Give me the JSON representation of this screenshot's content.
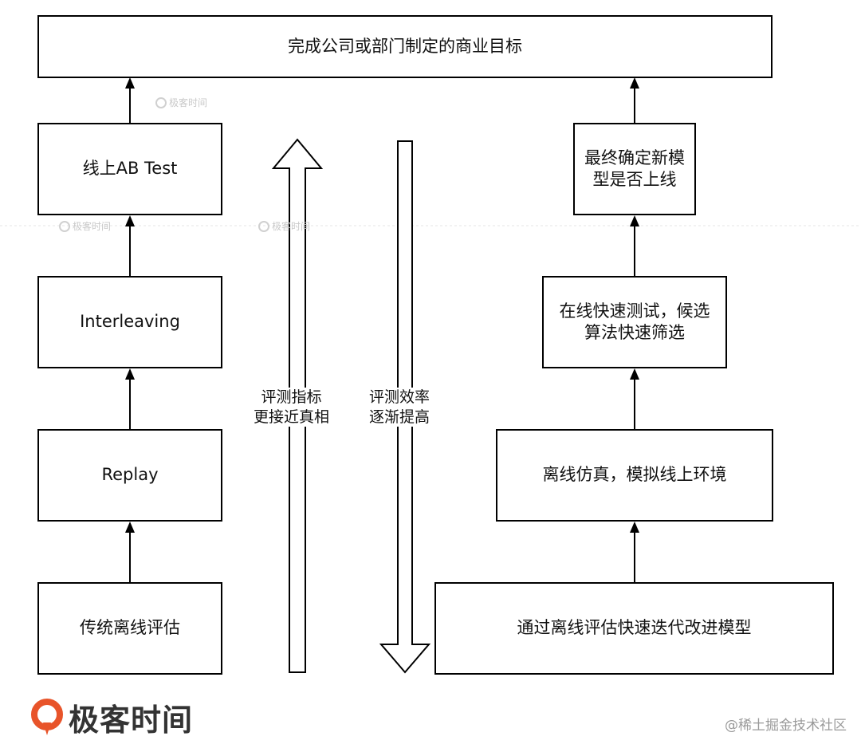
{
  "top_goal": "完成公司或部门制定的商业目标",
  "left_chain": {
    "ab_test": "线上AB Test",
    "interleaving": "Interleaving",
    "replay": "Replay",
    "offline": "传统离线评估"
  },
  "right_chain": {
    "final_line1": "最终确定新模",
    "final_line2": "型是否上线",
    "online_line1": "在线快速测试，候选",
    "online_line2": "算法快速筛选",
    "simulation": "离线仿真，模拟线上环境",
    "iterate": "通过离线评估快速迭代改进模型"
  },
  "up_arrow_label": {
    "line1": "评测指标",
    "line2": "更接近真相"
  },
  "down_arrow_label": {
    "line1": "评测效率",
    "line2": "逐渐提高"
  },
  "watermark": "极客时间",
  "logo_text": "极客时间",
  "credit": "@稀土掘金技术社区",
  "colors": {
    "logo_accent": "#e8542a",
    "stroke": "#000000"
  }
}
